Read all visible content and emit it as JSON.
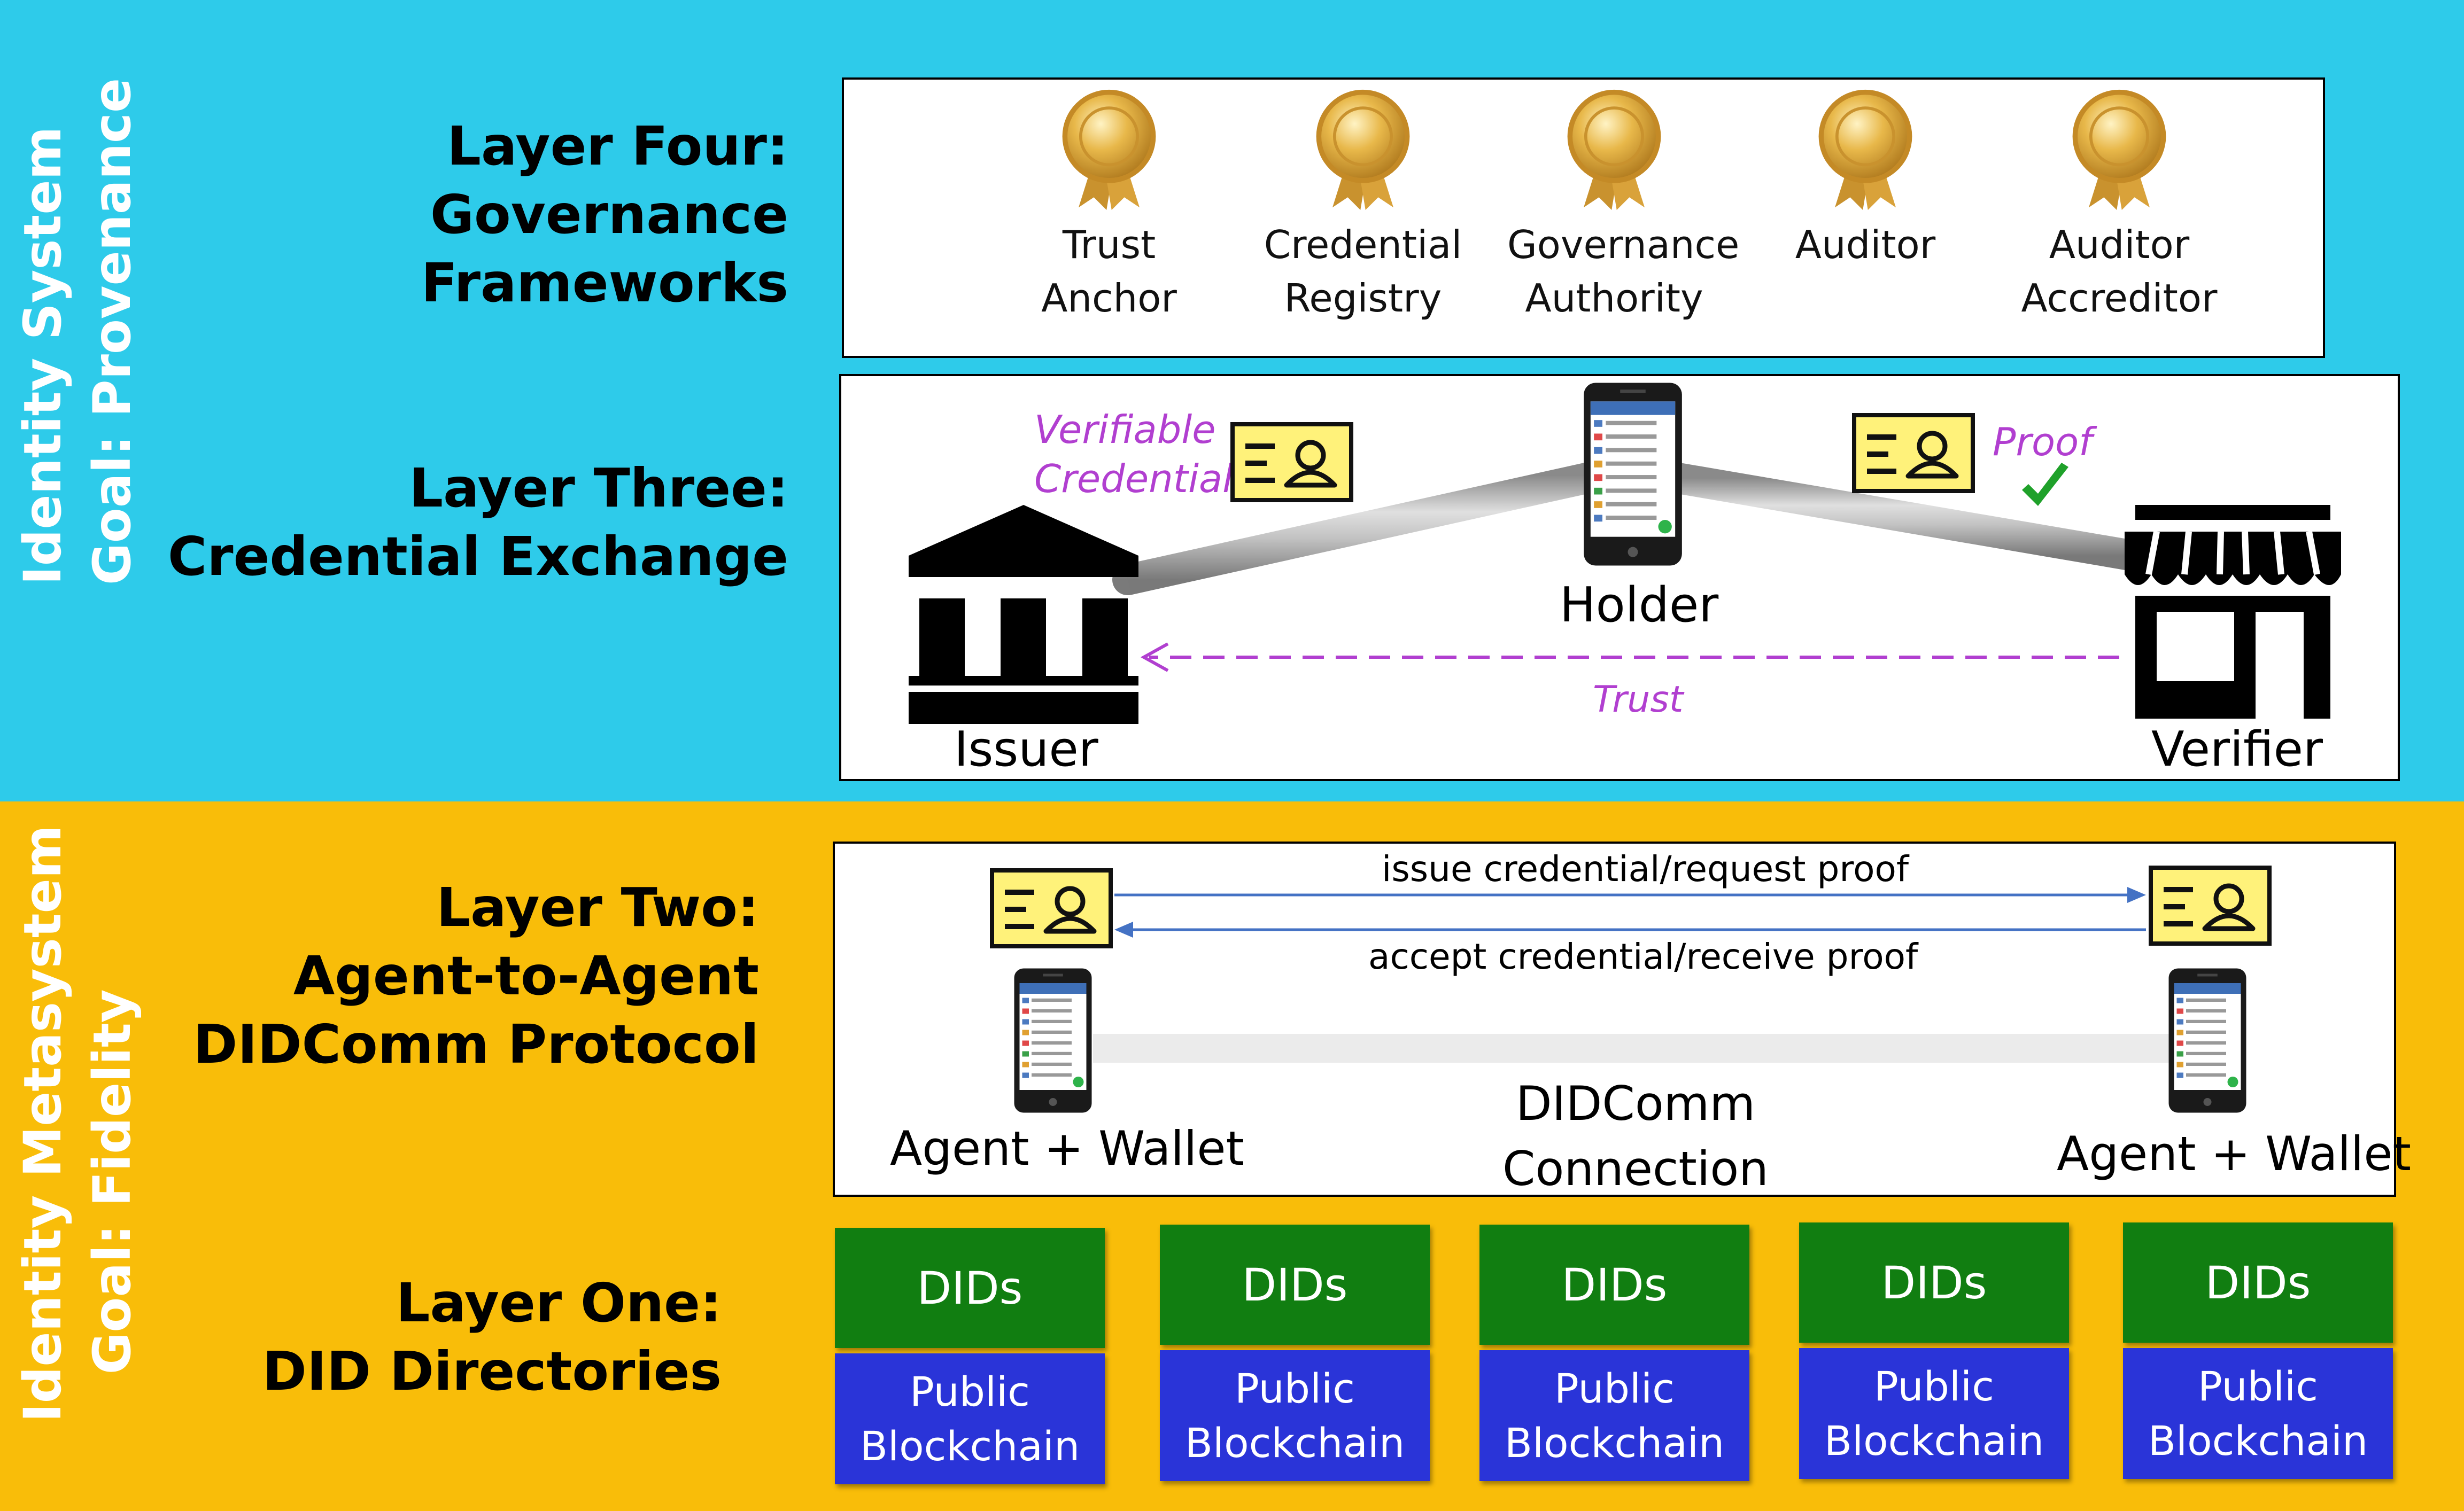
{
  "sides": {
    "top": [
      "Identity System",
      "Goal: Provenance"
    ],
    "bottom": [
      "Identity Metasystem",
      "Goal: Fidelity"
    ]
  },
  "layer4": {
    "title": [
      "Layer Four:",
      "Governance",
      "Frameworks"
    ],
    "roles": [
      [
        "Trust",
        "Anchor"
      ],
      [
        "Credential",
        "Registry"
      ],
      [
        "Governance",
        "Authority"
      ],
      [
        "Auditor",
        ""
      ],
      [
        "Auditor",
        "Accreditor"
      ]
    ]
  },
  "layer3": {
    "title": [
      "Layer Three:",
      "Credential Exchange"
    ],
    "issuer": "Issuer",
    "holder": "Holder",
    "verifier": "Verifier",
    "vc": [
      "Verifiable",
      "Credential"
    ],
    "proof": "Proof",
    "trust": "Trust"
  },
  "layer2": {
    "title": [
      "Layer Two:",
      "Agent-to-Agent",
      "DIDComm Protocol"
    ],
    "top_arrow": "issue credential/request proof",
    "bottom_arrow": "accept credential/receive proof",
    "left_agent": "Agent + Wallet",
    "right_agent": "Agent + Wallet",
    "connection": [
      "DIDComm",
      "Connection"
    ]
  },
  "layer1": {
    "title": [
      "Layer One:",
      "DID Directories"
    ],
    "columns": [
      {
        "top": "DIDs",
        "bottom": [
          "Public",
          "Blockchain"
        ]
      },
      {
        "top": "DIDs",
        "bottom": [
          "Public",
          "Blockchain"
        ]
      },
      {
        "top": "DIDs",
        "bottom": [
          "Public",
          "Blockchain"
        ]
      },
      {
        "top": "DIDs",
        "bottom": [
          "Public",
          "Blockchain"
        ]
      },
      {
        "top": "DIDs",
        "bottom": [
          "Public",
          "Blockchain"
        ]
      }
    ]
  },
  "colors": {
    "top_band": "#2ECBEA",
    "bottom_band": "#F9BD09",
    "dids": "#117E11",
    "blockchain": "#2A34D8",
    "accent_purple": "#B13FD0",
    "check_green": "#1FA12A",
    "arrow_blue": "#4472C4"
  },
  "icons": {
    "medal": "gold-medal-icon",
    "credential": "credential-card-icon",
    "phone": "smartphone-wallet-icon",
    "issuer": "bank-building-icon",
    "verifier": "storefront-icon",
    "check": "checkmark-icon"
  }
}
